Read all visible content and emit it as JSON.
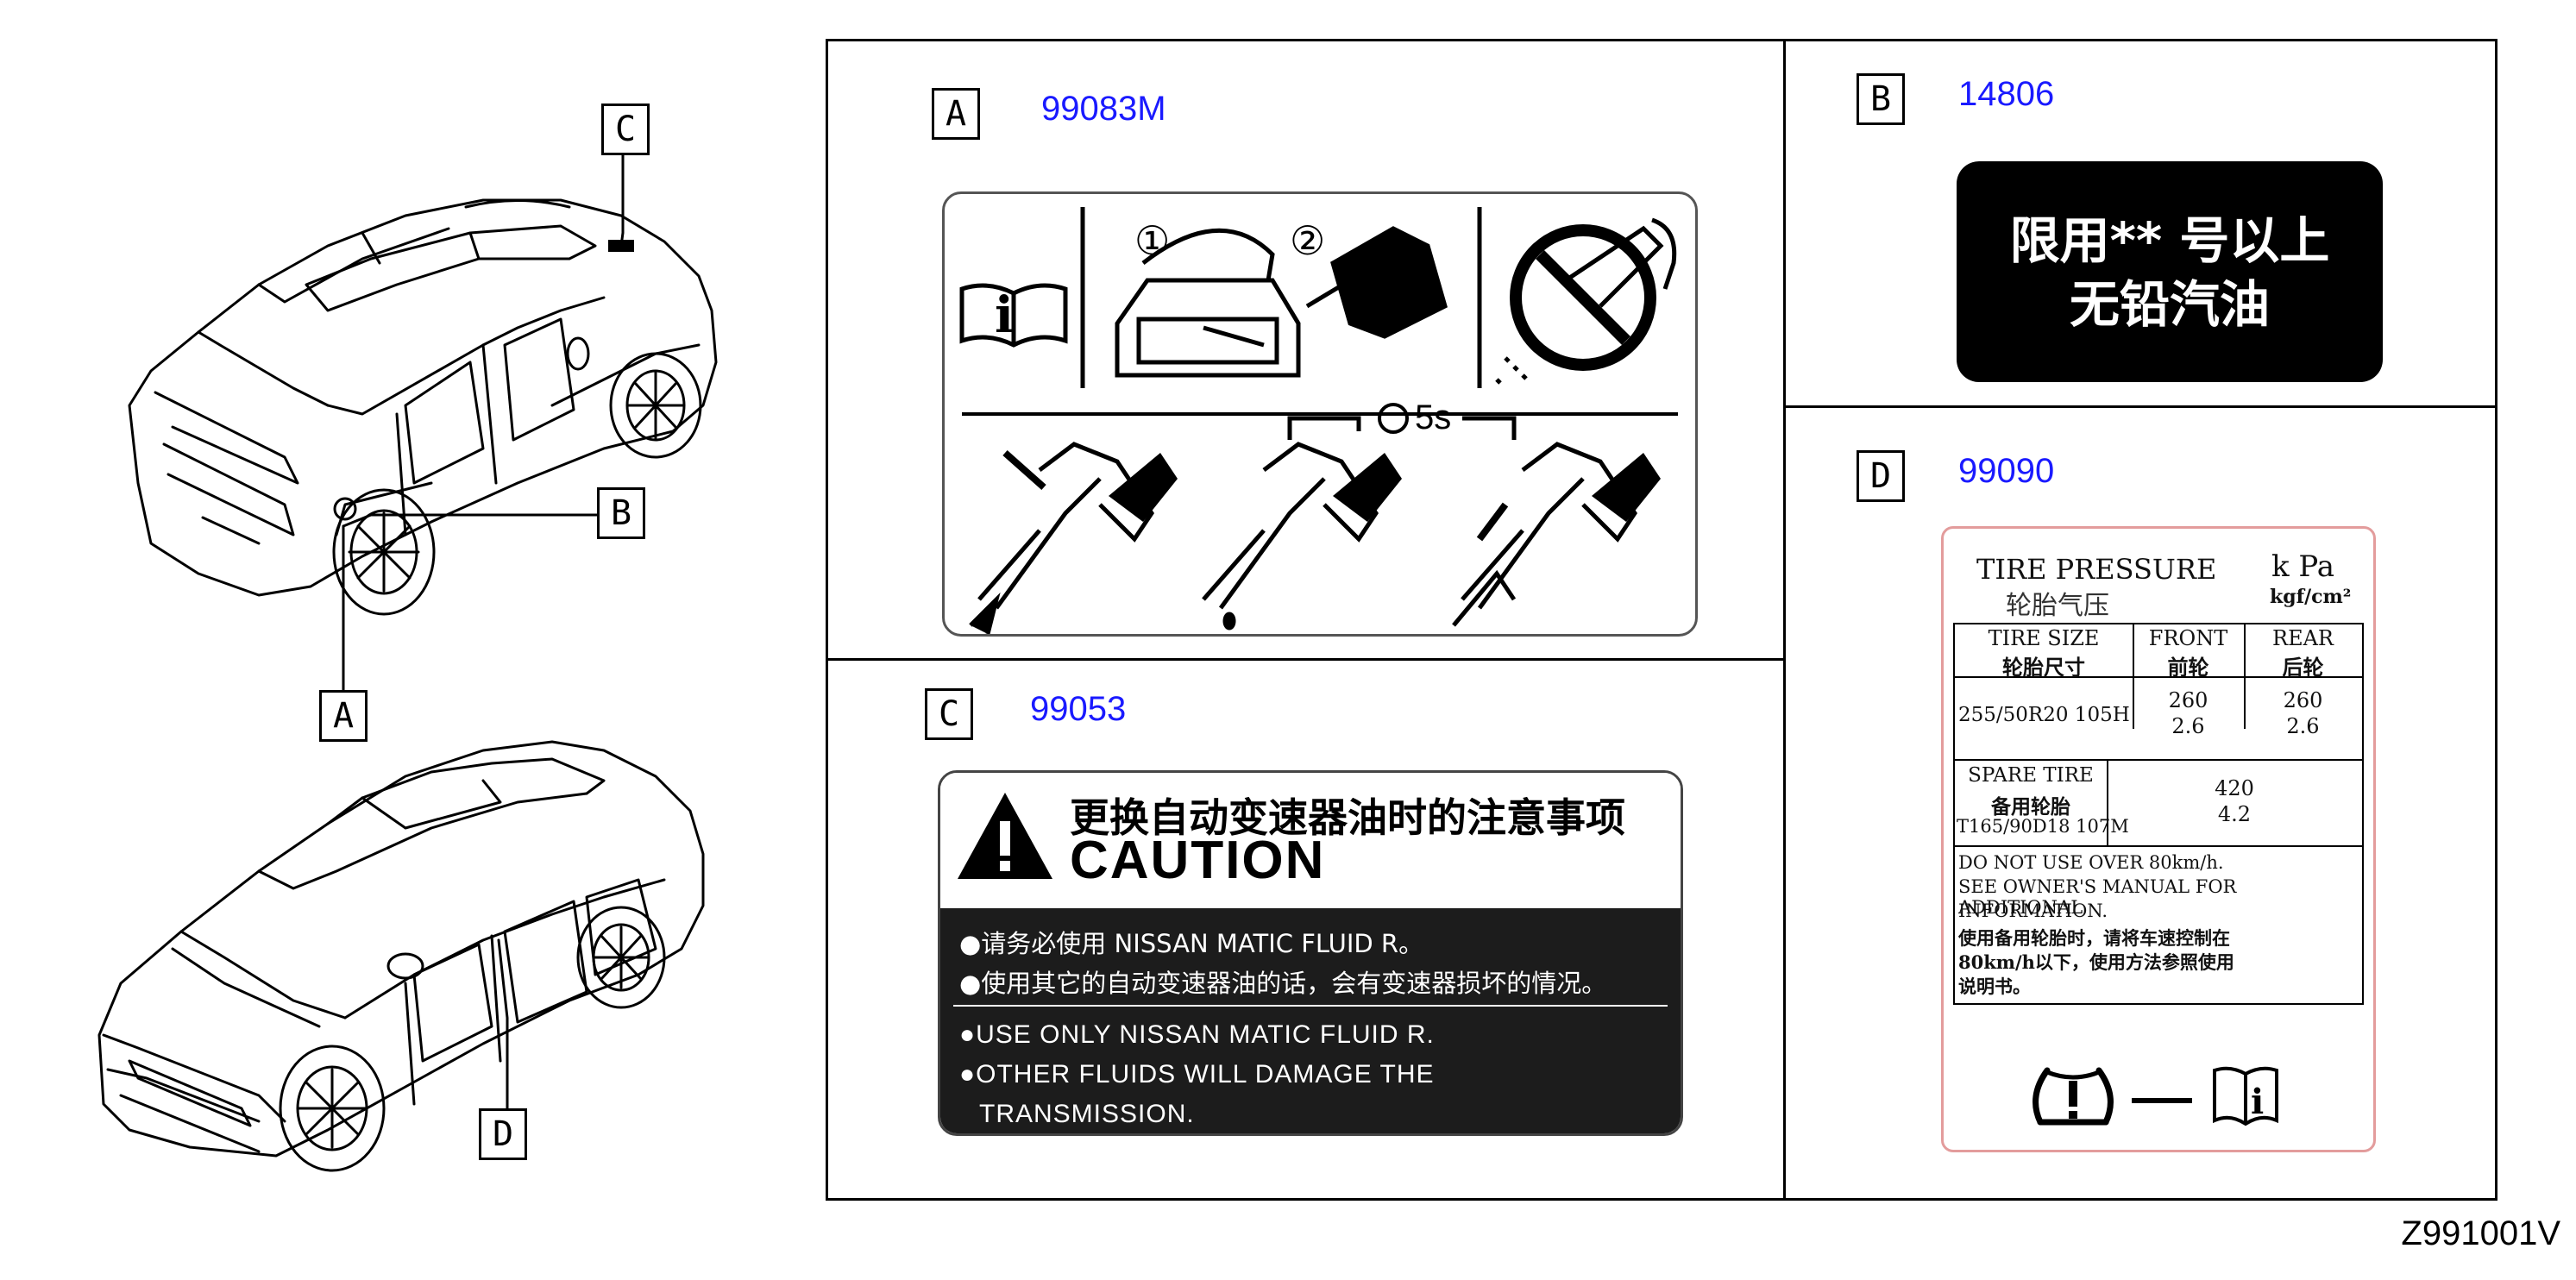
{
  "car_callouts": {
    "a": "A",
    "b": "B",
    "c": "C",
    "d": "D"
  },
  "panel_a": {
    "letter": "A",
    "part_no": "99083M",
    "step_1": "①",
    "step_2": "②",
    "book_icon_i": "i",
    "timer_text": "5s"
  },
  "panel_b": {
    "letter": "B",
    "part_no": "14806",
    "line_1": "限用** 号以上",
    "line_2": "无铅汽油"
  },
  "panel_c": {
    "letter": "C",
    "part_no": "99053",
    "title_cn": "更换自动变速器油时的注意事项",
    "title_en": "CAUTION",
    "cn_line_1": "●请务必使用 NISSAN MATIC FLUID R。",
    "cn_line_2": "●使用其它的自动变速器油的话，会有变速器损坏的情况。",
    "en_line_1": "●USE ONLY NISSAN MATIC FLUID R.",
    "en_line_2": "●OTHER FLUIDS WILL DAMAGE  THE",
    "en_line_3": "TRANSMISSION."
  },
  "panel_d": {
    "letter": "D",
    "part_no": "99090",
    "title_en": "TIRE PRESSURE",
    "title_cn": "轮胎气压",
    "unit_1": "k Pa",
    "unit_2": "kgf/cm²",
    "hdr_size_en": "TIRE SIZE",
    "hdr_size_cn": "轮胎尺寸",
    "hdr_front_en": "FRONT",
    "hdr_front_cn": "前轮",
    "hdr_rear_en": "REAR",
    "hdr_rear_cn": "后轮",
    "tire_size": "255/50R20 105H",
    "front_kpa": "260",
    "front_kgf": "2.6",
    "rear_kpa": "260",
    "rear_kgf": "2.6",
    "spare_en": "SPARE TIRE",
    "spare_cn": "备用轮胎",
    "spare_size": "T165/90D18 107M",
    "spare_kpa": "420",
    "spare_kgf": "4.2",
    "note_1": "DO NOT USE OVER 80km/h.",
    "note_2": "SEE OWNER'S MANUAL FOR ADDITIONAL",
    "note_3": "INFORMATION.",
    "note_4": "使用备用轮胎时，请将车速控制在",
    "note_5": "80km/h以下，使用方法参照使用",
    "note_6": "说明书。",
    "book_icon_i": "i"
  },
  "figure_code": "Z991001V"
}
